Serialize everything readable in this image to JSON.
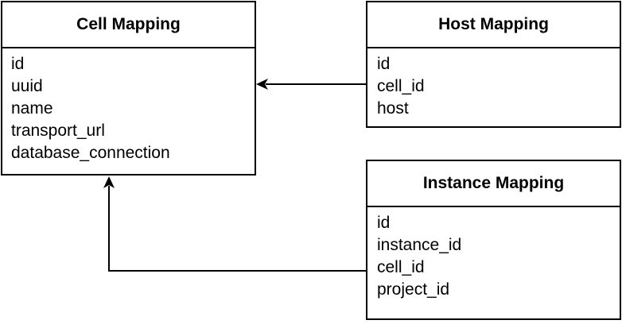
{
  "entities": {
    "cell_mapping": {
      "title": "Cell Mapping",
      "fields": [
        "id",
        "uuid",
        "name",
        "transport_url",
        "database_connection"
      ]
    },
    "host_mapping": {
      "title": "Host Mapping",
      "fields": [
        "id",
        "cell_id",
        "host"
      ]
    },
    "instance_mapping": {
      "title": "Instance Mapping",
      "fields": [
        "id",
        "instance_id",
        "cell_id",
        "project_id"
      ]
    }
  },
  "relations": [
    {
      "from": "Host Mapping",
      "to": "Cell Mapping"
    },
    {
      "from": "Instance Mapping",
      "to": "Cell Mapping"
    }
  ],
  "colors": {
    "line": "#000000",
    "background": "#ffffff"
  }
}
